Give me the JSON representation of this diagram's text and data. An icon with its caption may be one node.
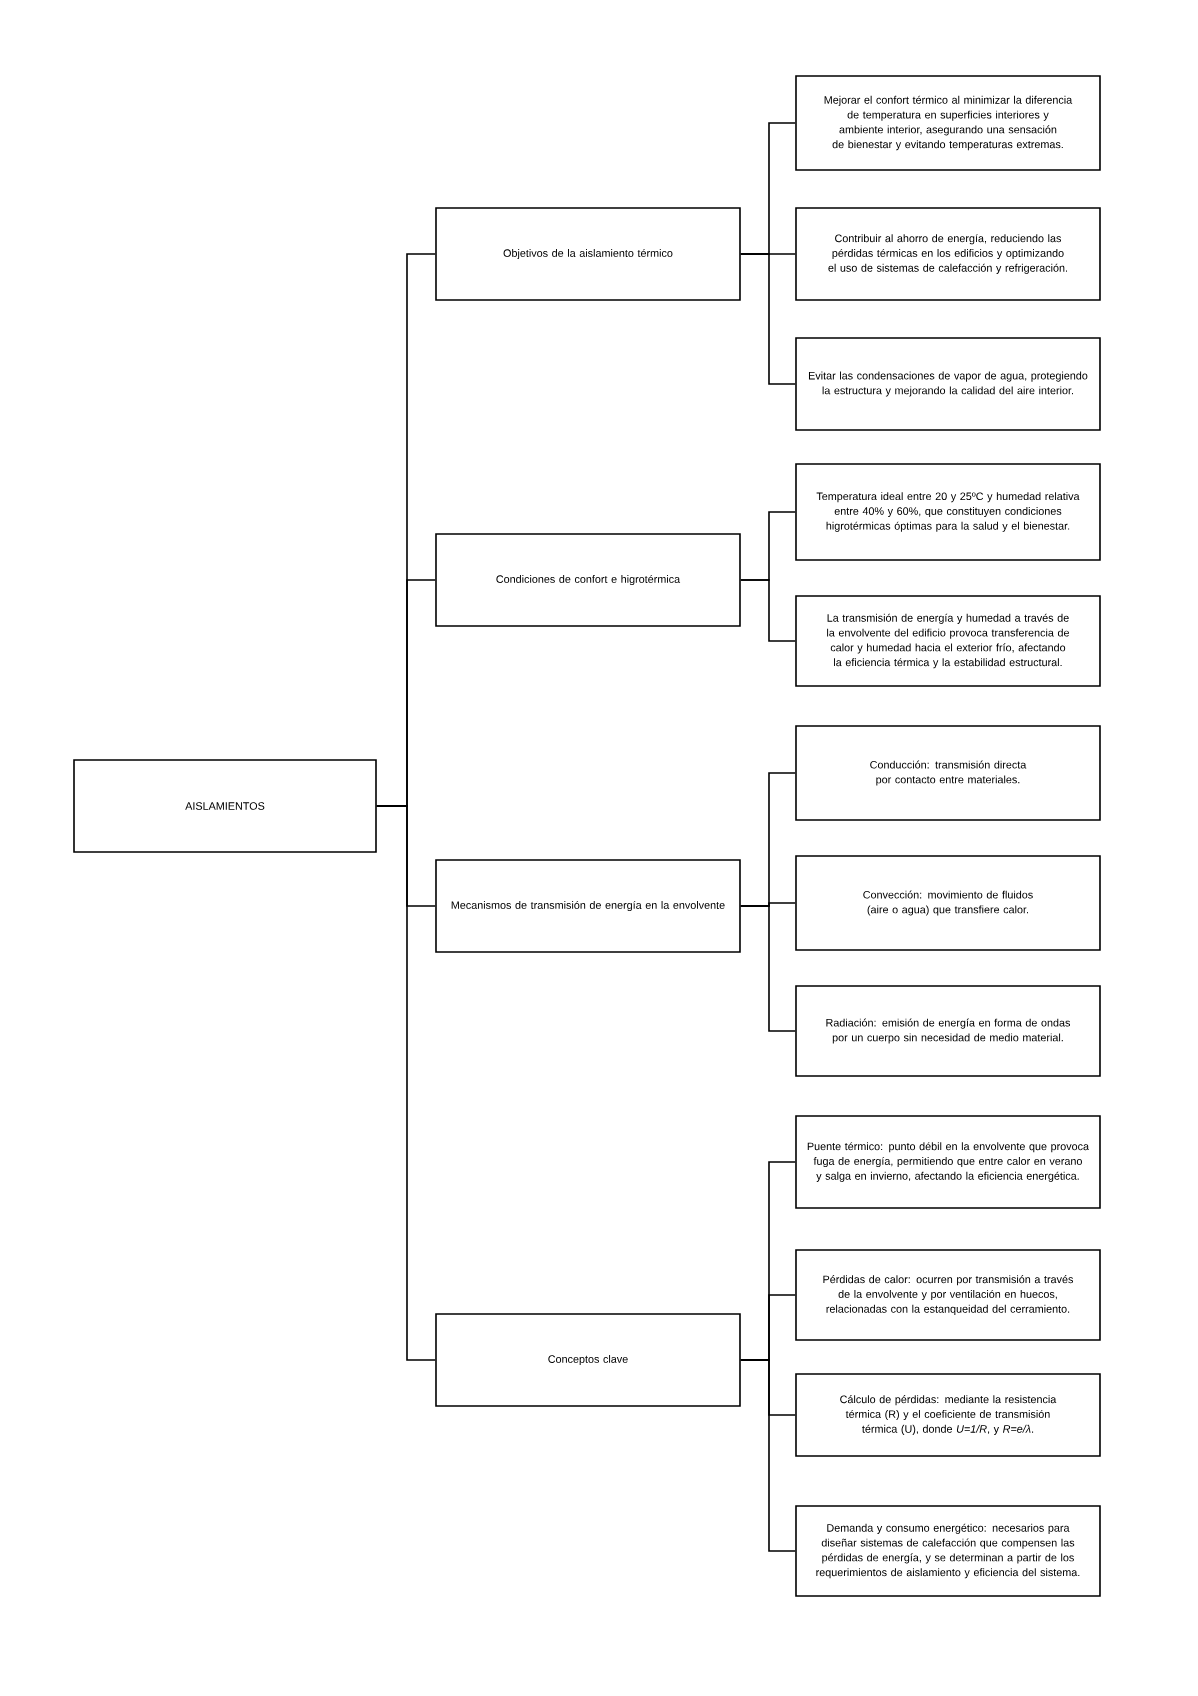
{
  "diagram": {
    "nodes": [
      {
        "text": [
          "AISLAMIENTOS"
        ]
      },
      {
        "text": [
          "Objetivos de la aislamiento térmico"
        ]
      },
      {
        "text": [
          "Condiciones de confort e higrotérmica"
        ]
      },
      {
        "text": [
          "Mecanismos de transmisión de energía en la envolvente"
        ]
      },
      {
        "text": [
          "Conceptos clave"
        ]
      },
      {
        "text": [
          "Mejorar el confort térmico al minimizar la diferencia de temperatura en superficies interiores y ambiente interior, asegurando una sensación de bienestar y evitando temperaturas extremas."
        ]
      },
      {
        "text": [
          "Contribuir al ahorro de energía, reduciendo las pérdidas térmicas en los edificios y optimizando el uso de sistemas de calefacción y refrigeración."
        ]
      },
      {
        "text": [
          "Evitar las condensaciones de vapor de agua, protegiendo la estructura y mejorando la calidad del aire interior."
        ]
      },
      {
        "text": [
          "Temperatura ideal entre 20 y 25ºC y humedad relativa entre 40% y 60%, que constituyen condiciones higrotérmicas óptimas para la salud y el bienestar."
        ]
      },
      {
        "text": [
          "La transmisión de energía y humedad a través de la envolvente del edificio provoca transferencia de calor y humedad hacia el exterior frío, afectando la eficiencia térmica y la estabilidad estructural."
        ]
      },
      {
        "text": [
          "Conducción: transmisión directa por contacto entre materiales."
        ]
      },
      {
        "text": [
          "Convección: movimiento de fluidos (aire o agua) que transfiere calor."
        ]
      },
      {
        "text": [
          "Radiación: emisión de energía en forma de ondas por un cuerpo sin necesidad de medio material."
        ]
      },
      {
        "text": [
          "Puente térmico: punto débil en la envolvente que provoca fuga de energía, permitiendo que entre calor en verano y salga en invierno, afectando la eficiencia energética."
        ]
      },
      {
        "text": [
          "Pérdidas de calor: ocurren por transmisión a través de la envolvente y por ventilación en huecos, relacionadas con la estanqueidad del cerramiento."
        ]
      },
      {
        "text": [
          "Cálculo de pérdidas: mediante la resistencia térmica (R) y el coeficiente de transmisión térmica (U), donde *U=1/R*, y *R=e/λ*."
        ]
      },
      {
        "text": [
          "Demanda y consumo energético: necesarios para diseñar sistemas de calefacción que compensen las pérdidas de energía, y se determinan a partir de los requerimientos de aislamiento y eficiencia del sistema."
        ]
      }
    ],
    "edges": [
      {
        "from": 0,
        "to": 1,
        "arrow": "none"
      },
      {
        "from": 0,
        "to": 2,
        "arrow": "none"
      },
      {
        "from": 0,
        "to": 3,
        "arrow": "none"
      },
      {
        "from": 0,
        "to": 4,
        "arrow": "none"
      },
      {
        "from": 1,
        "to": 5,
        "arrow": "none"
      },
      {
        "from": 1,
        "to": 6,
        "arrow": "none"
      },
      {
        "from": 1,
        "to": 7,
        "arrow": "none"
      },
      {
        "from": 2,
        "to": 8,
        "arrow": "none"
      },
      {
        "from": 2,
        "to": 9,
        "arrow": "none"
      },
      {
        "from": 3,
        "to": 10,
        "arrow": "none"
      },
      {
        "from": 3,
        "to": 11,
        "arrow": "none"
      },
      {
        "from": 3,
        "to": 12,
        "arrow": "none"
      },
      {
        "from": 4,
        "to": 13,
        "arrow": "none"
      },
      {
        "from": 4,
        "to": 14,
        "arrow": "none"
      },
      {
        "from": 4,
        "to": 15,
        "arrow": "none"
      },
      {
        "from": 4,
        "to": 16,
        "arrow": "none"
      }
    ]
  }
}
